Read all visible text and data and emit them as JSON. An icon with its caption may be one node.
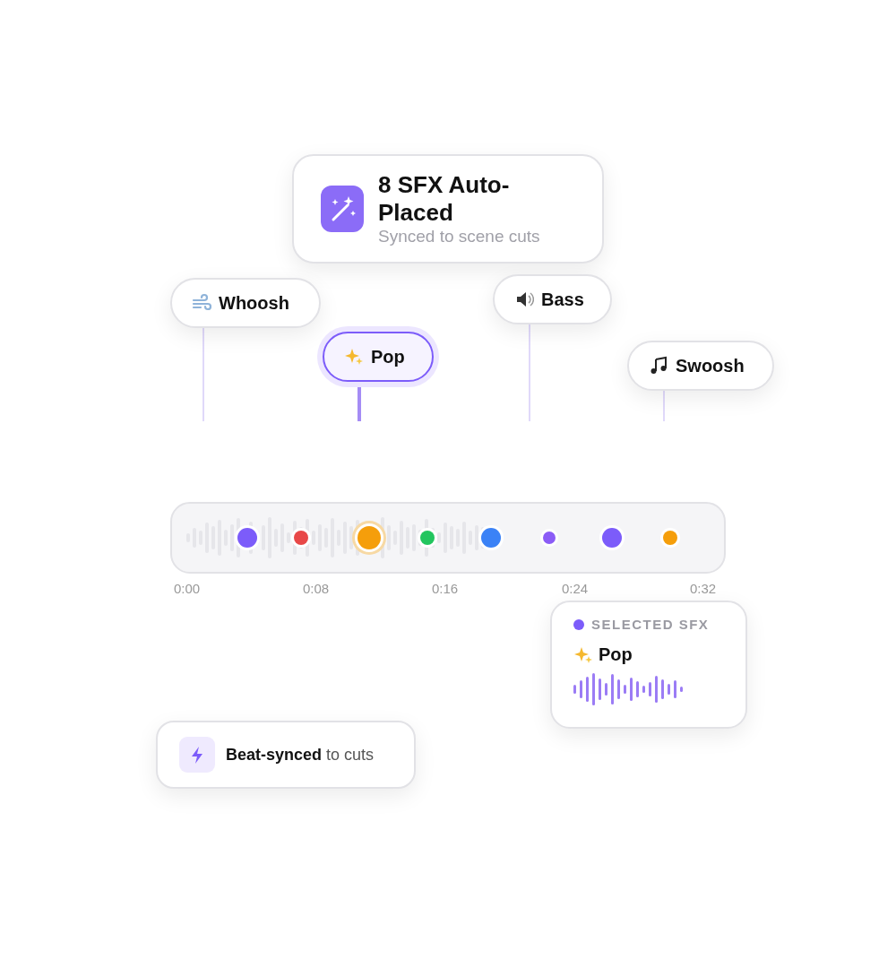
{
  "diagram": {
    "nodes": [
      {
        "text": [
          "8 SFX Auto-Placed",
          "Synced to scene cuts"
        ]
      },
      {
        "text": [
          "Whoosh"
        ]
      },
      {
        "text": [
          "Pop"
        ]
      },
      {
        "text": [
          "Bass"
        ]
      },
      {
        "text": [
          "Swoosh"
        ]
      },
      {
        "text": [],
        "shape": "bar",
        "beside": [
          "0:00",
          "0:08",
          "0:16",
          "0:24",
          "0:32"
        ]
      },
      {
        "text": [
          "SELECTED SFX",
          "Pop"
        ]
      },
      {
        "text": [
          "**Beat-synced** to cuts"
        ]
      }
    ],
    "edges": [
      {
        "from": 1,
        "to": null,
        "arrow": "none"
      },
      {
        "from": 2,
        "to": null,
        "arrow": "none",
        "style": "thick"
      },
      {
        "from": 3,
        "to": null,
        "arrow": "none"
      },
      {
        "from": 4,
        "to": null,
        "arrow": "none"
      }
    ]
  }
}
